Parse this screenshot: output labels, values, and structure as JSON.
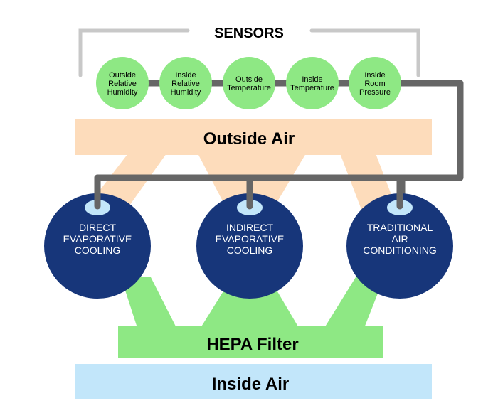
{
  "title": "SENSORS",
  "colors": {
    "sensor_fill": "#8ee884",
    "bracket": "#c8c8c8",
    "wire": "#666666",
    "outside_air": "#fddcbb",
    "unit_fill": "#17367a",
    "unit_port": "#c2e6fa",
    "hepa": "#8ee884",
    "inside_air": "#c2e6fa"
  },
  "sensors": [
    {
      "lines": [
        "Outside",
        "Relative",
        "Humidity"
      ]
    },
    {
      "lines": [
        "Inside",
        "Relative",
        "Humidity"
      ]
    },
    {
      "lines": [
        "Outside",
        "Temperature"
      ]
    },
    {
      "lines": [
        "Inside",
        "Temperature"
      ]
    },
    {
      "lines": [
        "Inside",
        "Room",
        "Pressure"
      ]
    }
  ],
  "outside_air_label": "Outside Air",
  "units": [
    {
      "lines": [
        "DIRECT",
        "EVAPORATIVE",
        "COOLING"
      ]
    },
    {
      "lines": [
        "INDIRECT",
        "EVAPORATIVE",
        "COOLING"
      ]
    },
    {
      "lines": [
        "TRADITIONAL",
        "AIR",
        "CONDITIONING"
      ]
    }
  ],
  "hepa_label": "HEPA Filter",
  "inside_air_label": "Inside Air"
}
